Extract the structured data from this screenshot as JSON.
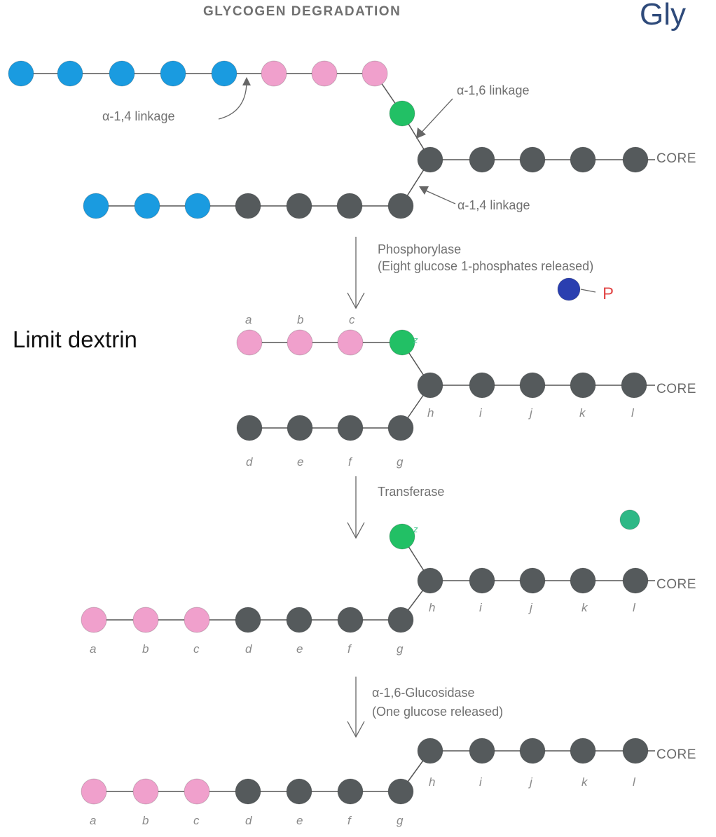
{
  "header": {
    "figure_title": "GLYCOGEN DEGRADATION",
    "slide_title": "Gly"
  },
  "side_label": "Limit dextrin",
  "stage1": {
    "alpha14_top": "α-1,4 linkage",
    "alpha16": "α-1,6 linkage",
    "alpha14_bottom": "α-1,4 linkage",
    "core": "CORE"
  },
  "step1": {
    "enzyme": "Phosphorylase",
    "note": "(Eight glucose 1-phosphates released)",
    "phosphate": "P"
  },
  "stage2": {
    "top_letters": [
      "a",
      "b",
      "c"
    ],
    "branch_letter": "z",
    "core_letters": [
      "h",
      "i",
      "j",
      "k",
      "l"
    ],
    "bottom_letters": [
      "d",
      "e",
      "f",
      "g"
    ],
    "core": "CORE"
  },
  "step2": {
    "enzyme": "Transferase"
  },
  "stage3": {
    "branch_letter": "z",
    "core_letters": [
      "h",
      "i",
      "j",
      "k",
      "l"
    ],
    "bottom_letters": [
      "a",
      "b",
      "c",
      "d",
      "e",
      "f",
      "g"
    ],
    "core": "CORE"
  },
  "step3": {
    "enzyme": "α-1,6-Glucosidase",
    "note": "(One glucose released)"
  },
  "stage4": {
    "core_letters": [
      "h",
      "i",
      "j",
      "k",
      "l"
    ],
    "bottom_letters": [
      "a",
      "b",
      "c",
      "d",
      "e",
      "f",
      "g"
    ],
    "core": "CORE"
  },
  "colors": {
    "blue": "#1a9be0",
    "pink": "#f0a0cc",
    "green": "#22c065",
    "gray": "#555a5c",
    "released_phosphate": "#2a3fb0",
    "released_glucose": "#2eb886"
  }
}
